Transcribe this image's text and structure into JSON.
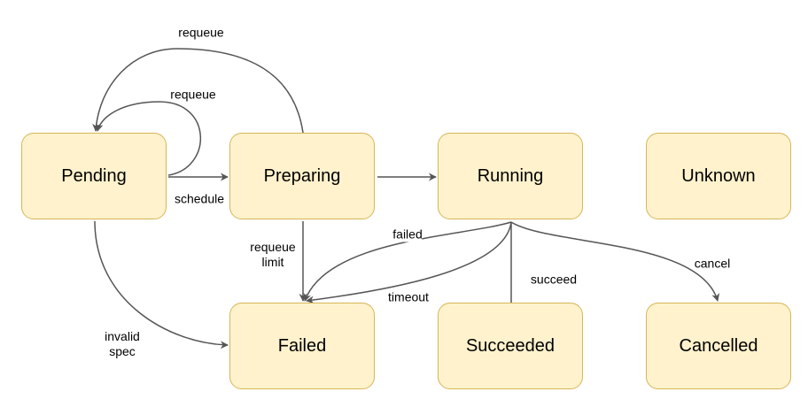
{
  "states": {
    "pending": "Pending",
    "preparing": "Preparing",
    "running": "Running",
    "unknown": "Unknown",
    "failed": "Failed",
    "succeeded": "Succeeded",
    "cancelled": "Cancelled"
  },
  "transitions": {
    "requeue_outer": "requeue",
    "requeue_self": "requeue",
    "schedule": "schedule",
    "requeue_limit_line1": "requeue",
    "requeue_limit_line2": "limit",
    "invalid_spec_line1": "invalid",
    "invalid_spec_line2": "spec",
    "failed": "failed",
    "timeout": "timeout",
    "succeed": "succeed",
    "cancel": "cancel"
  },
  "colors": {
    "node_fill": "#fff2cc",
    "node_border": "#d6b656",
    "edge": "#555555"
  }
}
